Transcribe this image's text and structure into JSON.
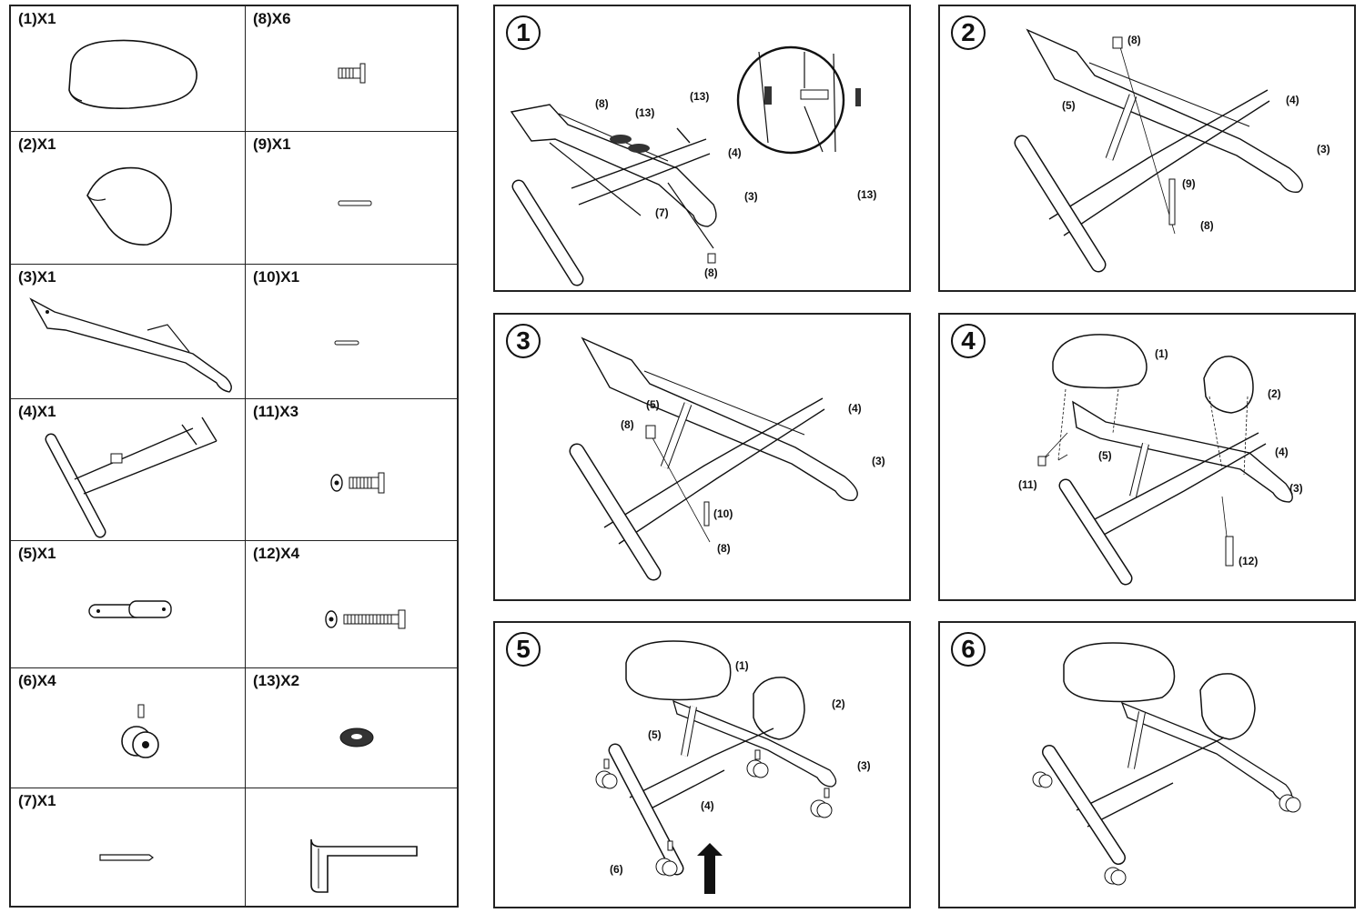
{
  "parts": [
    {
      "label": "(1)X1"
    },
    {
      "label": "(8)X6"
    },
    {
      "label": "(2)X1"
    },
    {
      "label": "(9)X1"
    },
    {
      "label": "(3)X1"
    },
    {
      "label": "(10)X1"
    },
    {
      "label": "(4)X1"
    },
    {
      "label": "(11)X3"
    },
    {
      "label": "(5)X1"
    },
    {
      "label": "(12)X4"
    },
    {
      "label": "(6)X4"
    },
    {
      "label": "(13)X2"
    },
    {
      "label": "(7)X1"
    },
    {
      "label": ""
    }
  ],
  "steps": [
    {
      "number": "1",
      "tags": [
        "(8)",
        "(13)",
        "(13)",
        "(4)",
        "(3)",
        "(7)",
        "(8)",
        "(13)"
      ]
    },
    {
      "number": "2",
      "tags": [
        "(8)",
        "(5)",
        "(4)",
        "(3)",
        "(9)",
        "(8)"
      ]
    },
    {
      "number": "3",
      "tags": [
        "(5)",
        "(4)",
        "(8)",
        "(3)",
        "(10)",
        "(8)"
      ]
    },
    {
      "number": "4",
      "tags": [
        "(1)",
        "(2)",
        "(4)",
        "(5)",
        "(3)",
        "(11)",
        "(12)"
      ]
    },
    {
      "number": "5",
      "tags": [
        "(1)",
        "(2)",
        "(5)",
        "(3)",
        "(4)",
        "(6)"
      ]
    },
    {
      "number": "6",
      "tags": []
    }
  ],
  "icons": {
    "arrow": "up-arrow-icon",
    "hex_key": "hex-key-icon"
  }
}
